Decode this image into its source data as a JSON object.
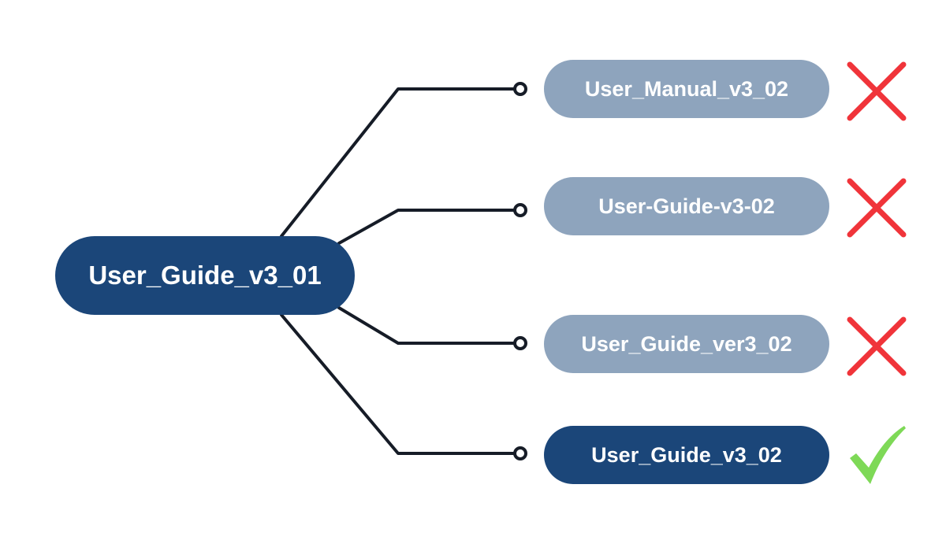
{
  "colors": {
    "primary": "#1b4679",
    "muted": "#8ea4bd",
    "connector": "#161c27",
    "reject": "#f0343a",
    "accept": "#7ed957"
  },
  "source": {
    "label": "User_Guide_v3_01"
  },
  "options": [
    {
      "label": "User_Manual_v3_02",
      "status": "rejected",
      "icon": "cross-icon"
    },
    {
      "label": "User-Guide-v3-02",
      "status": "rejected",
      "icon": "cross-icon"
    },
    {
      "label": "User_Guide_ver3_02",
      "status": "rejected",
      "icon": "cross-icon"
    },
    {
      "label": "User_Guide_v3_02",
      "status": "accepted",
      "icon": "checkmark-icon"
    }
  ]
}
